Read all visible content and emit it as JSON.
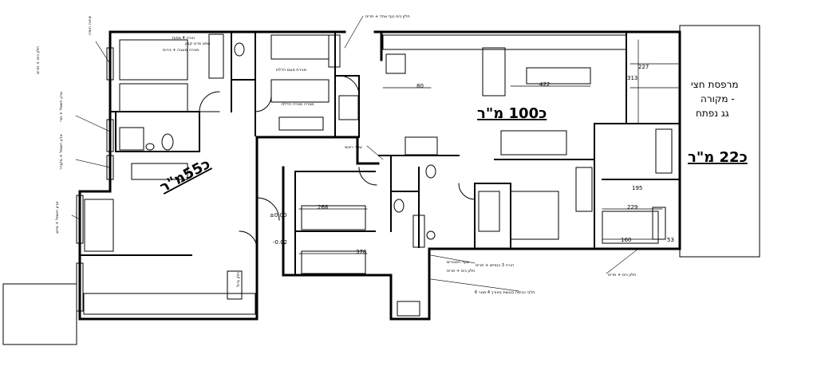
{
  "areas": {
    "main": "כ100 מ\"ר",
    "left": "כ55מ\"ר",
    "balcony": "כ22 מ\"ר"
  },
  "terrace": {
    "line1": "מרפסת חצי",
    "line2": "מקורה -",
    "line3": "גג נפתח"
  },
  "dimensions": {
    "d227": "227",
    "d313": "313",
    "d422": "422",
    "d80": "80",
    "d268": "268",
    "d378": "378",
    "d229": "229",
    "d195": "195",
    "d160": "160",
    "d53": "53",
    "level1": "±0.00",
    "level2": "-0.02"
  },
  "notes": {
    "n1": "חלון כיס כנף אחד + תריס",
    "n2": "יציאה חופה",
    "n3": "הורה 4 ספות",
    "n4": "טפט סרט קבון",
    "n5": "מגירה מוגבה + גירות",
    "n6": "מגירת סוגם הדלת",
    "n7": "מגירה סגירה הדלת",
    "n8": "ארון חשמל + תרי",
    "n9": "ארון חשמל + מקורר",
    "n10": "ארון חשמל + מיזוג",
    "n11": "חלון כיס + תריס",
    "n12": "שער ראשי",
    "n13": "חלון גדול",
    "n14": "שער הסגורים",
    "n15": "הורה 3 כנפיים + תריס",
    "n16": "חלון כיס + תריס",
    "n17": "6 חלבי כביסה בנגשת באורך 4 מטר",
    "n18": "חלון כיס + תריס"
  }
}
